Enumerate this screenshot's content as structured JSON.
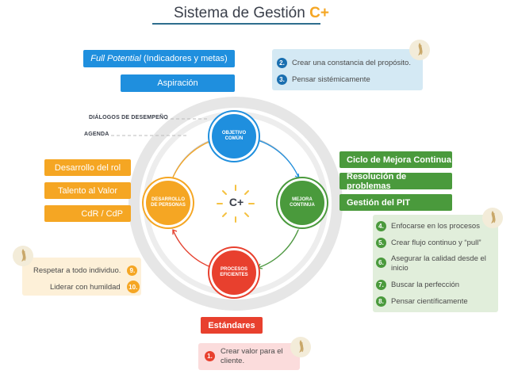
{
  "title": {
    "text": "Sistema de Gestión",
    "mark": "C+"
  },
  "top_left": {
    "full_potential": {
      "italic": "Full Potential",
      "rest": " (Indicadores y metas)"
    },
    "aspiracion": "Aspiración"
  },
  "blue_panel": [
    {
      "num": "2.",
      "text": "Crear una constancia del propósito."
    },
    {
      "num": "3.",
      "text": "Pensar sistémicamente"
    }
  ],
  "ring_labels": {
    "dialogos": "DIÁLOGOS DE DESEMPEÑO",
    "agenda": "AGENDA"
  },
  "nodes": {
    "objetivo": [
      "OBJETIVO",
      "COMÚN"
    ],
    "desarrollo": [
      "DESARROLLO",
      "DE PERSONAS"
    ],
    "mejora": [
      "MEJORA",
      "CONTINUA"
    ],
    "procesos": [
      "PROCESOS",
      "EFICIENTES"
    ],
    "center": "C+"
  },
  "orange_left": [
    "Desarrollo del rol",
    "Talento al Valor",
    "CdR / CdP"
  ],
  "green_right": [
    "Ciclo de Mejora Continua",
    "Resolución de problemas",
    "Gestión del PIT"
  ],
  "green_panel": [
    {
      "num": "4.",
      "text": "Enfocarse en los procesos"
    },
    {
      "num": "5.",
      "text": "Crear flujo continuo y “pull”"
    },
    {
      "num": "6.",
      "text": "Asegurar la calidad desde el",
      "text2": "inicio"
    },
    {
      "num": "7.",
      "text": "Buscar la perfección"
    },
    {
      "num": "8.",
      "text": "Pensar científicamente"
    }
  ],
  "orange_panel": [
    {
      "num": "9.",
      "text": "Respetar a todo individuo."
    },
    {
      "num": "10.",
      "text": "Liderar con humildad"
    }
  ],
  "estandares": "Estándares",
  "pink_panel": {
    "num": "1.",
    "text": "Crear valor para el",
    "text2": "cliente."
  },
  "icons": {
    "flame": "flame-icon",
    "sun": "sun-icon"
  },
  "colors": {
    "blue": "#1f8fde",
    "orange": "#f5a623",
    "green": "#4a9a3c",
    "red": "#e8402e",
    "ring": "#e4e4e4"
  }
}
